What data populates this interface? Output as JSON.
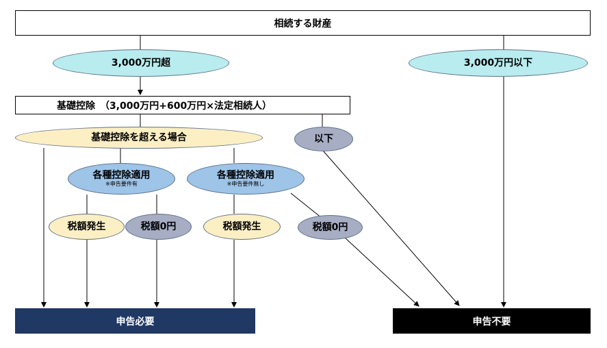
{
  "title": "相続する財産",
  "over_3000": "3,000万円超",
  "under_3000": "3,000万円以下",
  "basic_deduction": "基礎控除　（3,000万円+600万円×法定相続人）",
  "exceeds_deduction": "基礎控除を超える場合",
  "below": "以下",
  "deductions_applied_1": {
    "label": "各種控除適用",
    "note": "※申告要件有"
  },
  "deductions_applied_2": {
    "label": "各種控除適用",
    "note": "※申告要件無し"
  },
  "tax_occurs_1": "税額発生",
  "tax_zero_1": "税額0円",
  "tax_occurs_2": "税額発生",
  "tax_zero_2": "税額0円",
  "filing_required": "申告必要",
  "filing_not_required": "申告不要",
  "colors": {
    "cyan": "#b9ecef",
    "cream": "#fdefc4",
    "blue": "#9ec4e8",
    "gray": "#a7aec4",
    "navy": "#1f3864",
    "black": "#000000"
  }
}
